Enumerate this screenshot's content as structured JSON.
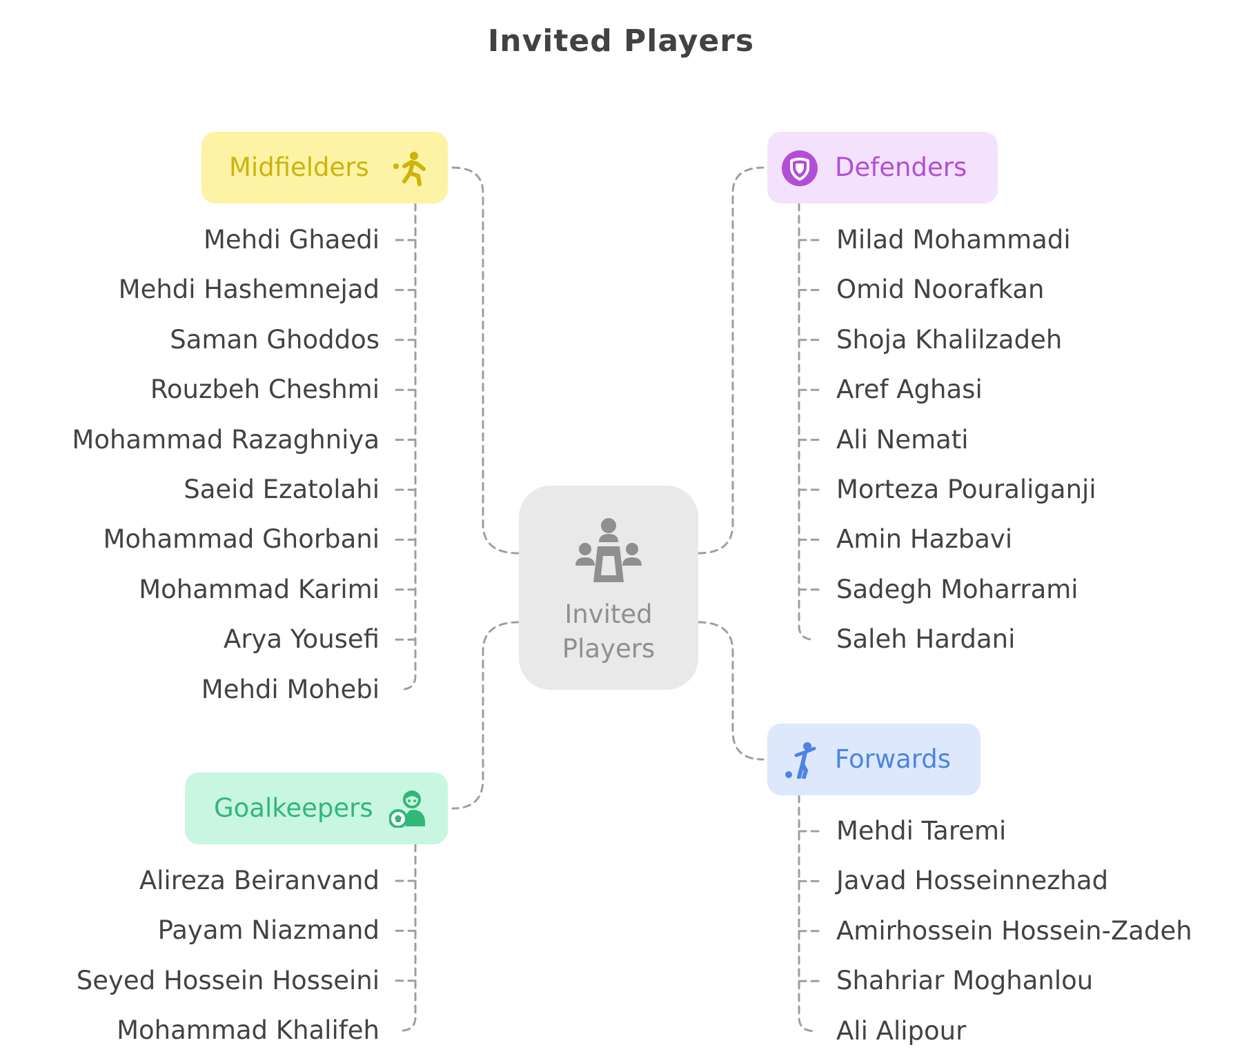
{
  "title": "Invited Players",
  "center": {
    "label": "Invited\nPlayers",
    "icon": "meeting-table-icon"
  },
  "branches": {
    "midfielders": {
      "label": "Midfielders",
      "icon": "running-player-icon",
      "color": "#cdb30c",
      "background": "#fcf3a5",
      "players": [
        "Mehdi Ghaedi",
        "Mehdi Hashemnejad",
        "Saman Ghoddos",
        "Rouzbeh Cheshmi",
        "Mohammad Razaghniya",
        "Saeid Ezatolahi",
        "Mohammad Ghorbani",
        "Mohammad Karimi",
        "Arya Yousefi",
        "Mehdi Mohebi"
      ]
    },
    "defenders": {
      "label": "Defenders",
      "icon": "shield-icon",
      "color": "#b24ed6",
      "background": "#f4e2fc",
      "players": [
        "Milad Mohammadi",
        "Omid Noorafkan",
        "Shoja Khalilzadeh",
        "Aref Aghasi",
        "Ali Nemati",
        "Morteza Pouraliganji",
        "Amin Hazbavi",
        "Sadegh Moharrami",
        "Saleh Hardani"
      ]
    },
    "goalkeepers": {
      "label": "Goalkeepers",
      "icon": "player-with-ball-icon",
      "color": "#31b777",
      "background": "#c9f6e0",
      "players": [
        "Alireza Beiranvand",
        "Payam Niazmand",
        "Seyed Hossein Hosseini",
        "Mohammad Khalifeh"
      ]
    },
    "forwards": {
      "label": "Forwards",
      "icon": "kicking-player-icon",
      "color": "#4d84e0",
      "background": "#dde8fc",
      "players": [
        "Mehdi Taremi",
        "Javad Hosseinnezhad",
        "Amirhossein Hossein-Zadeh",
        "Shahriar Moghanlou",
        "Ali Alipour"
      ]
    }
  }
}
